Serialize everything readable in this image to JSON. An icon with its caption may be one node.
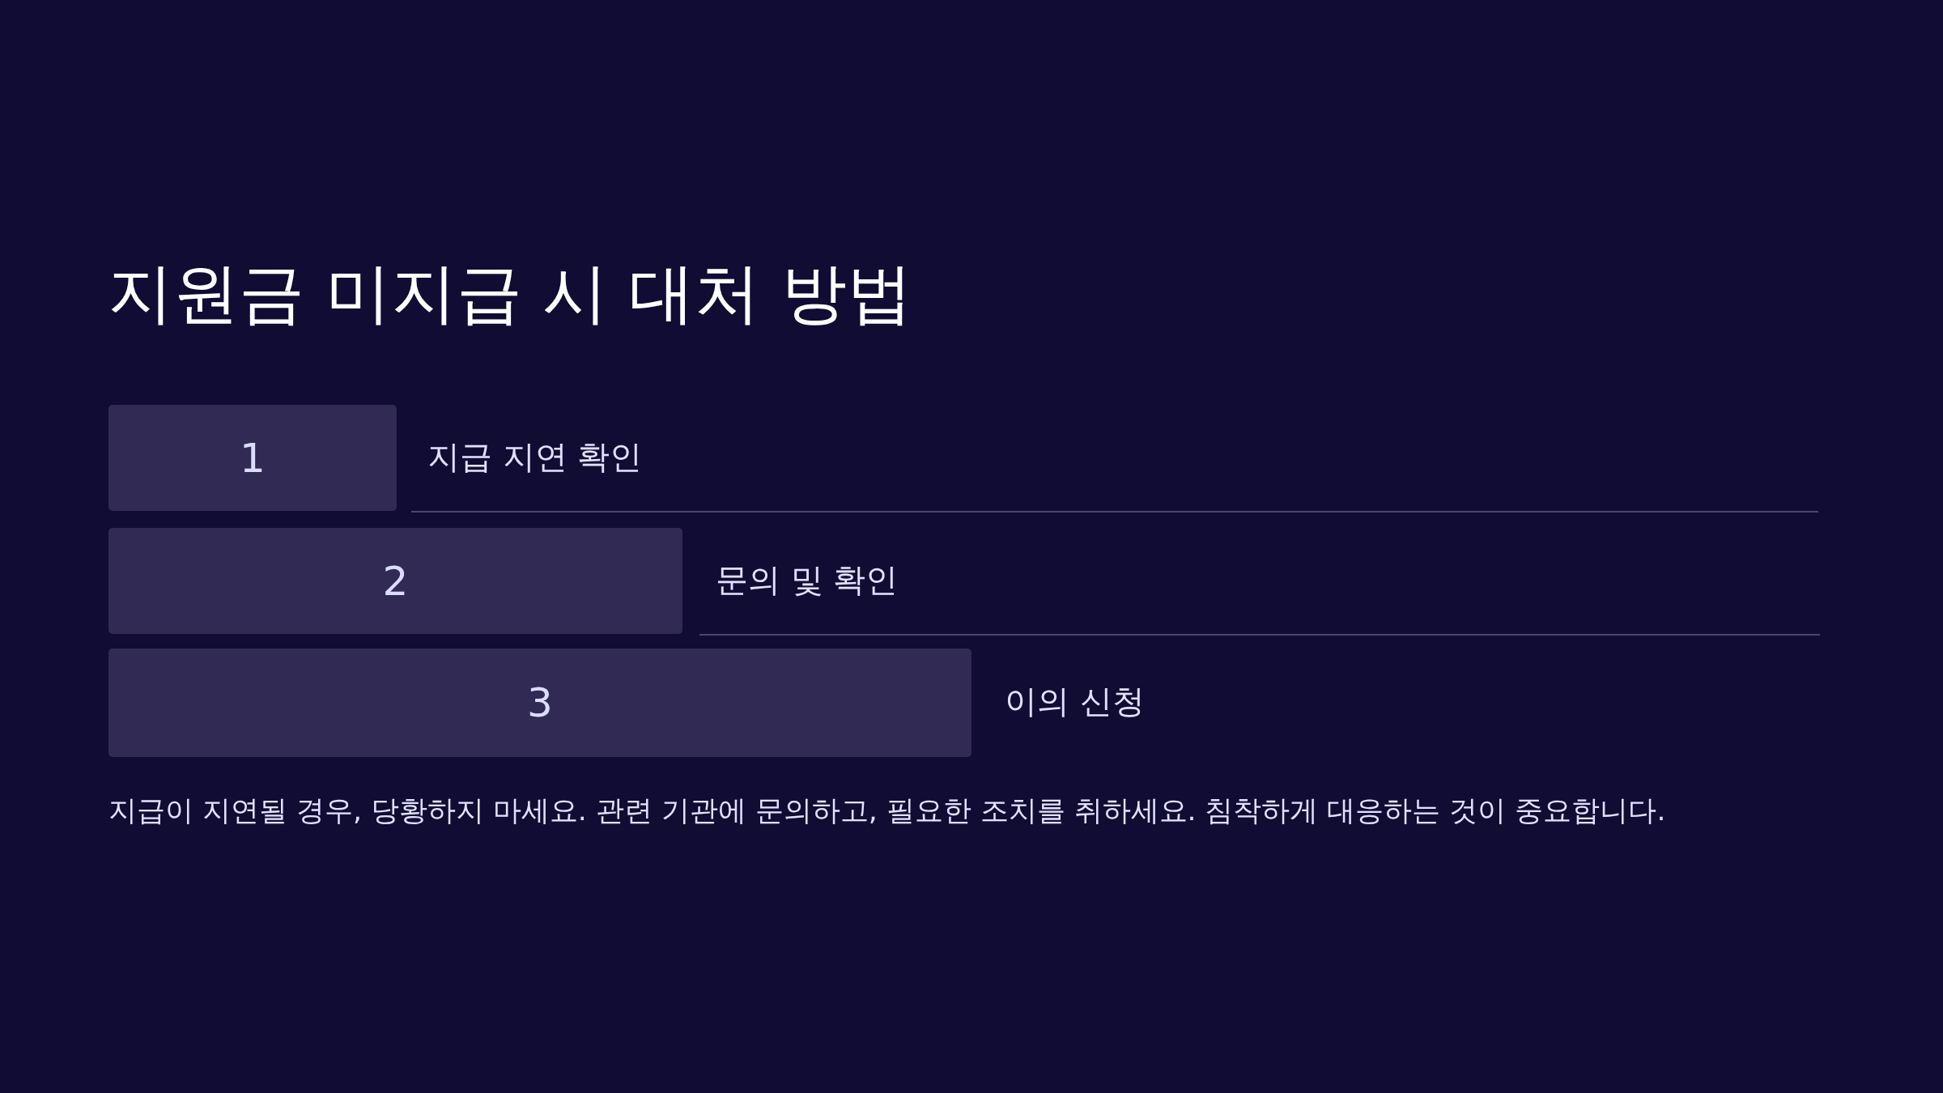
{
  "diagram": {
    "title": "지원금 미지급 시 대처 방법",
    "nodes": [
      {
        "text": [
          "1"
        ],
        "beside": [
          "지급 지연 확인"
        ]
      },
      {
        "text": [
          "2"
        ],
        "beside": [
          "문의 및 확인"
        ]
      },
      {
        "text": [
          "3"
        ],
        "beside": [
          "이의 신청"
        ]
      }
    ],
    "labels": [
      "지급이 지연될 경우, 당황하지 마세요. 관련 기관에 문의하고, 필요한 조치를 취하세요. 침착하게 대응하는 것이 중요합니다."
    ]
  }
}
